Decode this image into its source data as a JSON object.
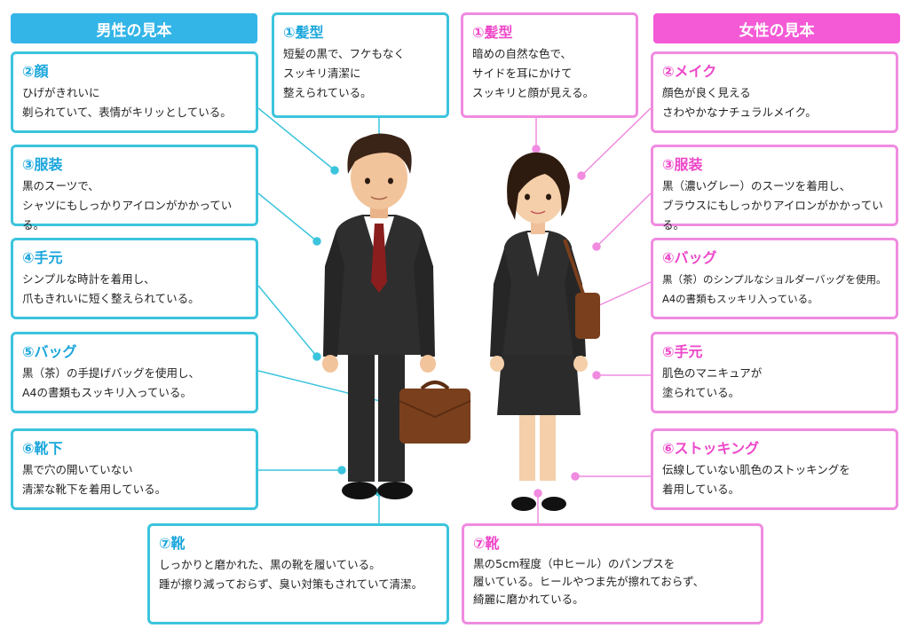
{
  "male": {
    "header": "男性の見本",
    "cards": [
      {
        "title": "①髪型",
        "body": "短髪の黒で、フケもなく\nスッキリ清潔に\n整えられている。"
      },
      {
        "title": "②顔",
        "body": "ひげがきれいに\n剃られていて、表情がキリッとしている。"
      },
      {
        "title": "③服装",
        "body": "黒のスーツで、\nシャツにもしっかりアイロンがかかっている。"
      },
      {
        "title": "④手元",
        "body": "シンプルな時計を着用し、\n爪もきれいに短く整えられている。"
      },
      {
        "title": "⑤バッグ",
        "body": "黒（茶）の手提げバッグを使用し、\nA4の書類もスッキリ入っている。"
      },
      {
        "title": "⑥靴下",
        "body": "黒で穴の開いていない\n清潔な靴下を着用している。"
      },
      {
        "title": "⑦靴",
        "body": "しっかりと磨かれた、黒の靴を履いている。\n踵が擦り減っておらず、臭い対策もされていて清潔。"
      }
    ]
  },
  "female": {
    "header": "女性の見本",
    "cards": [
      {
        "title": "①髪型",
        "body": "暗めの自然な色で、\nサイドを耳にかけて\nスッキリと顔が見える。"
      },
      {
        "title": "②メイク",
        "body": "顔色が良く見える\nさわやかなナチュラルメイク。"
      },
      {
        "title": "③服装",
        "body": "黒（濃いグレー）のスーツを着用し、\nブラウスにもしっかりアイロンがかかっている。"
      },
      {
        "title": "④バッグ",
        "body": "黒（茶）のシンプルなショルダーバッグを使用。\nA4の書類もスッキリ入っている。"
      },
      {
        "title": "⑤手元",
        "body": "肌色のマニキュアが\n塗られている。"
      },
      {
        "title": "⑥ストッキング",
        "body": "伝線していない肌色のストッキングを\n着用している。"
      },
      {
        "title": "⑦靴",
        "body": "黒の5cm程度（中ヒール）のパンプスを\n履いている。ヒールやつま先が擦れておらず、\n綺麗に磨かれている。"
      }
    ]
  },
  "colors": {
    "male_accent": "#3cc4dd",
    "female_accent": "#f08be0",
    "male_banner": "#33b5e8",
    "female_banner": "#f45ad6",
    "suit": "#2b2b2b",
    "bag": "#7a3f1c"
  }
}
